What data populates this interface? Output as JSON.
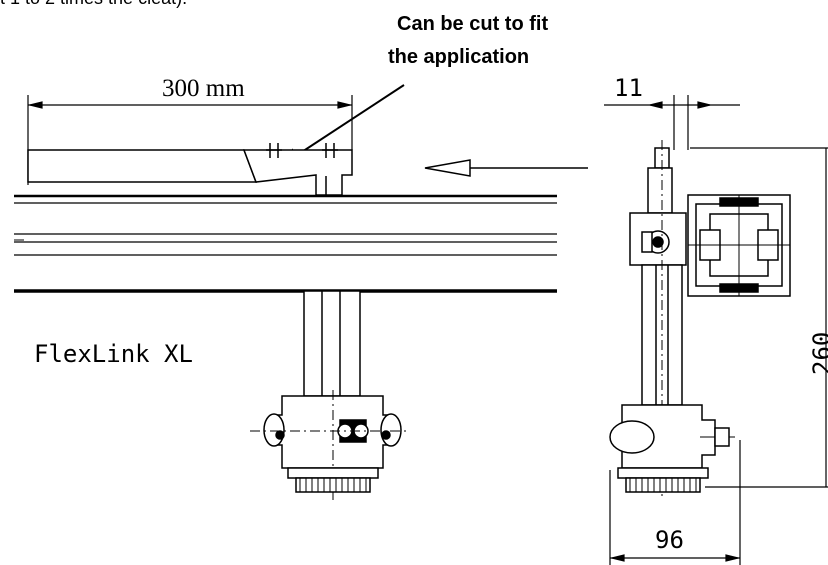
{
  "diagram": {
    "top_cut_text": "t 1 to 2 times the cleat).",
    "callout": {
      "line1": "Can be cut to fit",
      "line2": "the application"
    },
    "dimension_length": "300 mm",
    "dimension_width": "11",
    "dimension_height": "260",
    "dimension_base": "96",
    "system_label": "FlexLink XL"
  }
}
